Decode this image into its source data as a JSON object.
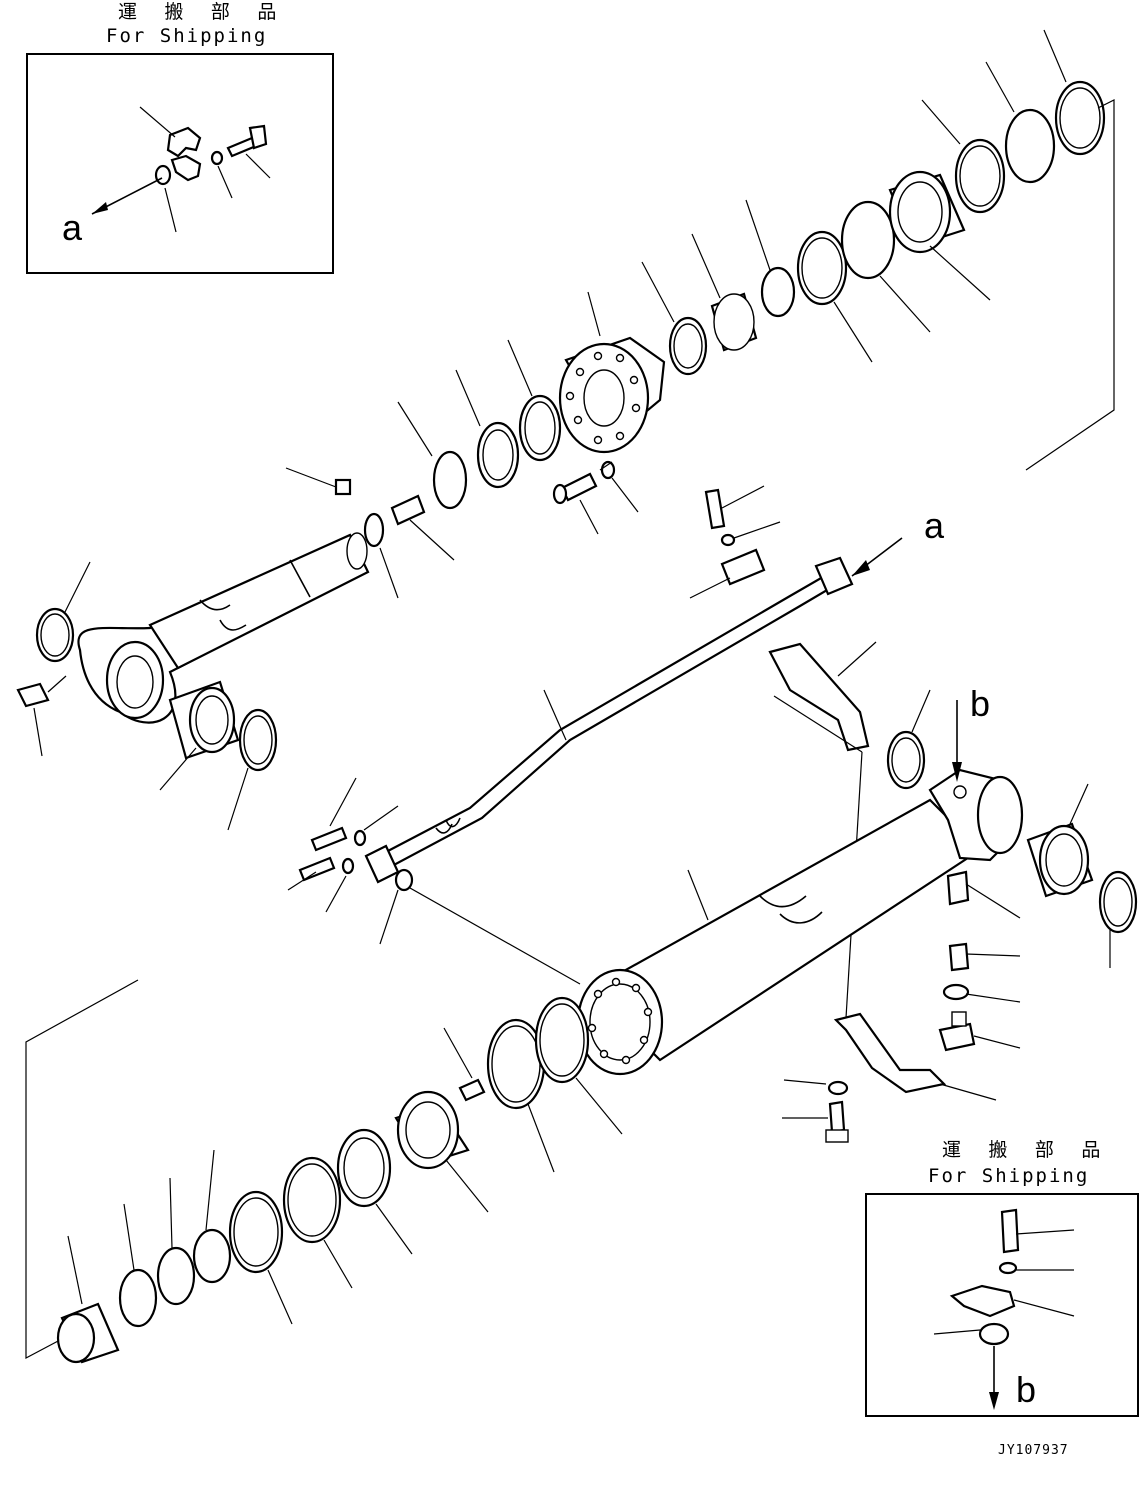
{
  "drawing": {
    "code": "JY107937",
    "ship_box_top": {
      "jp": "運 搬 部 品",
      "en": "For Shipping"
    },
    "ship_box_bottom": {
      "jp": "運 搬 部 品",
      "en": "For Shipping"
    },
    "ref_a_top": "a",
    "ref_a_pipe": "a",
    "ref_b_cylinder": "b",
    "ref_b_box": "b"
  }
}
